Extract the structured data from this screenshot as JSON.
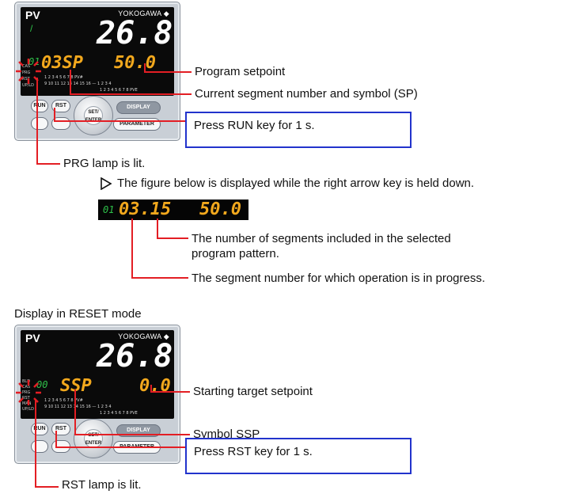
{
  "panel1": {
    "pv_label": "PV",
    "brand": "YOKOGAWA ◆",
    "pv_value": "26.8",
    "green_pat": "01",
    "seg_text": "03SP",
    "sp_value": "50.0",
    "lamps": [
      "CAS",
      "PRG",
      "RST",
      "UP/LD"
    ],
    "keys": {
      "run": "RUN",
      "rst": "RST",
      "set": "SET/ ENTER",
      "display": "DISPLAY",
      "parameter": "PARAMETER"
    }
  },
  "callouts1": {
    "program_setpoint": "Program setpoint",
    "current_segment": "Current segment number and symbol (SP)",
    "press_run": "Press RUN key for 1 s.",
    "prg_lamp": "PRG lamp is lit."
  },
  "note": {
    "text": "The figure below is displayed while the right arrow key is held down."
  },
  "strip": {
    "green": "01",
    "seg": "03.15",
    "val": "50.0"
  },
  "callouts2": {
    "num_segments": "The number of segments included in the selected program pattern.",
    "segment_in_progress": "The segment number for which operation is in progress."
  },
  "reset_heading": "Display in RESET mode",
  "panel2": {
    "pv_label": "PV",
    "brand": "YOKOGAWA ◆",
    "pv_value": "26.8",
    "green_pat": "00",
    "seg_text": "SSP",
    "sp_value": "0.0",
    "lamps": [
      "BLD",
      "CAS",
      "PRG",
      "RST",
      "MAN",
      "UP/LD"
    ],
    "keys": {
      "run": "RUN",
      "rst": "RST",
      "set": "SET/ ENTER",
      "display": "DISPLAY",
      "parameter": "PARAMETER"
    }
  },
  "callouts3": {
    "starting_target": "Starting target setpoint",
    "symbol_ssp": "Symbol SSP",
    "press_rst": "Press RST key for 1 s.",
    "rst_lamp": "RST lamp is lit."
  },
  "colors": {
    "accent_red": "#e31e24",
    "box_blue": "#2233cc",
    "segment_orange": "#f2a81d",
    "pattern_green": "#2fc24a"
  }
}
